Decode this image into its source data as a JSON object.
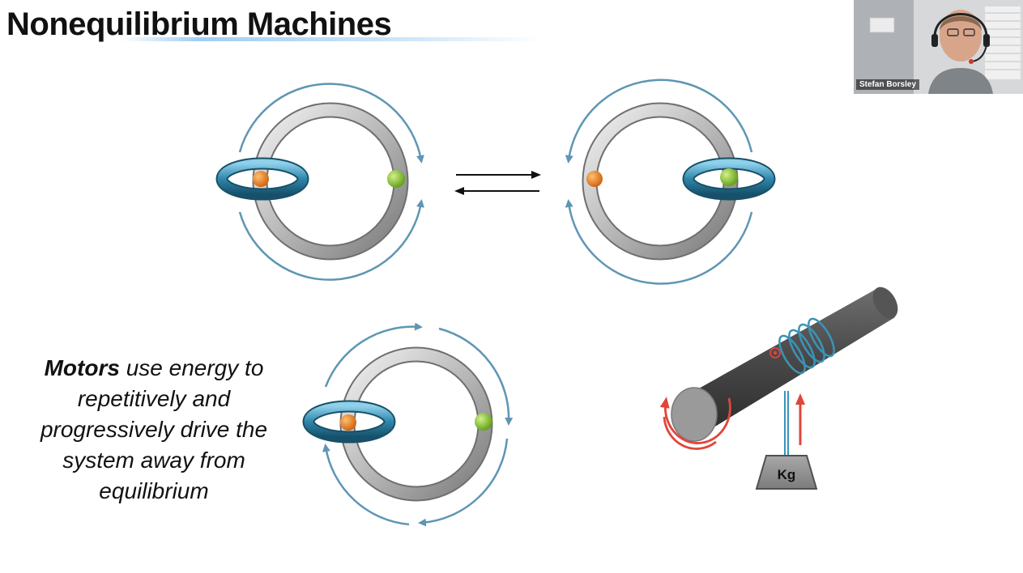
{
  "slide": {
    "title": "Nonequilibrium Machines",
    "caption_bold": "Motors",
    "caption_rest": " use energy to repetitively and progressively drive the system away from equilibrium"
  },
  "webcam": {
    "participant_name": "Stefan Borsley"
  },
  "diagram": {
    "weight_label": "Kg",
    "colors": {
      "ring": "#a9a9a9",
      "macrocycle": "#3a94b8",
      "arrow": "#5e96b3",
      "orange_station": "#e57a10",
      "green_station": "#7cbf22",
      "axle": "#4b4b4b",
      "red_arrow": "#e2453a"
    }
  }
}
